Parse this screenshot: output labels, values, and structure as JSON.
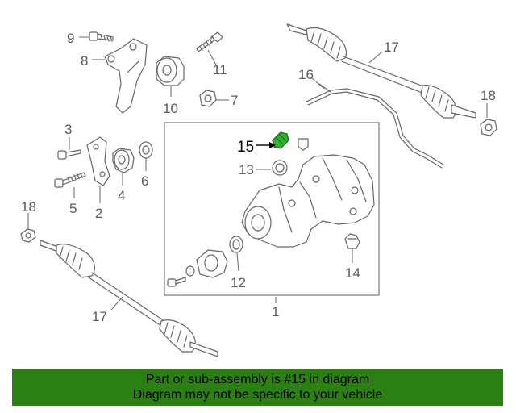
{
  "callouts": {
    "c1": "1",
    "c2": "2",
    "c3": "3",
    "c4": "4",
    "c5": "5",
    "c6": "6",
    "c7": "7",
    "c8": "8",
    "c9": "9",
    "c10": "10",
    "c11": "11",
    "c12": "12",
    "c13": "13",
    "c14": "14",
    "c15": "15",
    "c16": "16",
    "c17a": "17",
    "c17b": "17",
    "c18a": "18",
    "c18b": "18"
  },
  "highlight": {
    "part": "15",
    "color": "#2db52d"
  },
  "banner": {
    "line1": "Part or sub-assembly is #15 in diagram",
    "line2": "Diagram may not be specific to your vehicle",
    "color": "#2c7f12"
  }
}
